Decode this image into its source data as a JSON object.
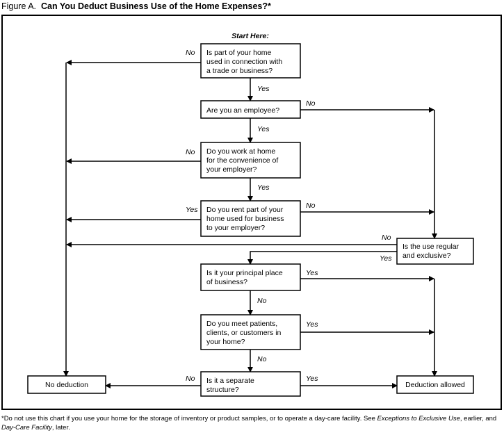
{
  "figure": {
    "label": "Figure A.",
    "title": "Can You Deduct Business Use of the Home Expenses?*"
  },
  "start_label": "Start Here:",
  "boxes": {
    "q1": [
      "Is part of your home",
      "used in connection with",
      "a trade or business?"
    ],
    "q2": [
      "Are you an employee?"
    ],
    "q3": [
      "Do you work at home",
      "for the convenience of",
      "your employer?"
    ],
    "q4": [
      "Do you rent part of your",
      "home used for business",
      "to your employer?"
    ],
    "q5": [
      "Is the use regular",
      "and exclusive?"
    ],
    "q6": [
      "Is it your principal place",
      "of business?"
    ],
    "q7": [
      "Do you meet patients,",
      "clients, or customers in",
      "your home?"
    ],
    "q8": [
      "Is it a separate",
      "structure?"
    ],
    "no_deduction": "No deduction",
    "deduction_allowed": "Deduction allowed"
  },
  "edge_labels": {
    "yes": "Yes",
    "no": "No"
  },
  "footnote": {
    "text1": "*Do not use this chart if you use your home for the storage of inventory or product samples, or to operate a day-care facility. See ",
    "ref1": "Exceptions to Exclusive Use",
    "text2": ", earlier, and ",
    "ref2": "Day-Care Facility",
    "text3": ", later."
  }
}
